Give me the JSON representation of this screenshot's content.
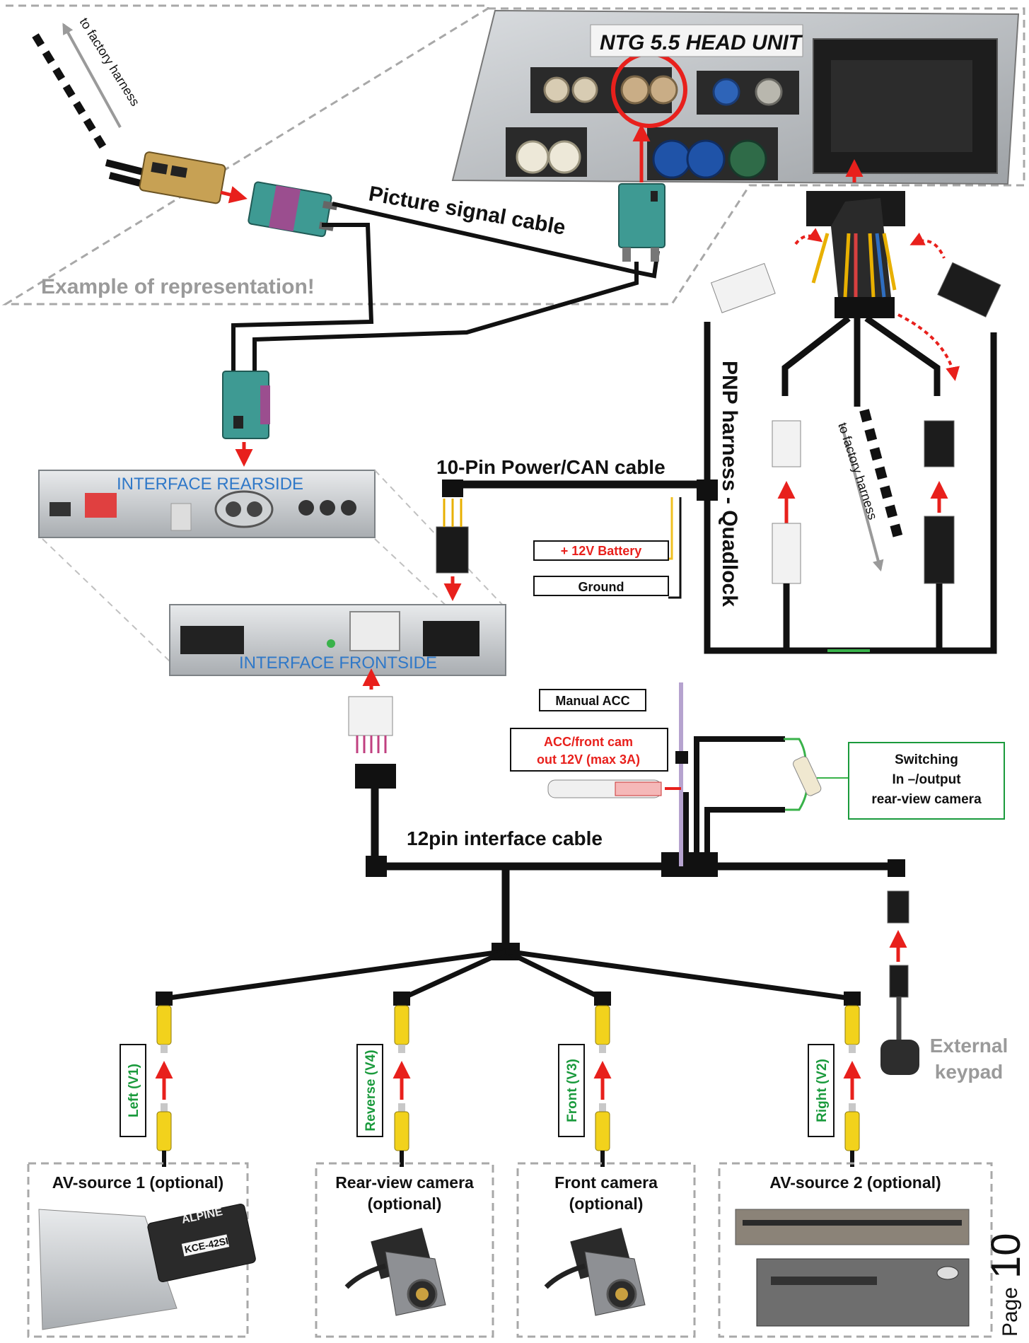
{
  "head_unit": {
    "title": "NTG 5.5 HEAD UNIT"
  },
  "labels": {
    "factory_harness_top": "to factory harness",
    "factory_harness_right": "to factory harness",
    "picture_signal_cable": "Picture signal cable",
    "example_note": "Example of representation!",
    "power_can_cable": "10-Pin Power/CAN cable",
    "battery": "+ 12V Battery",
    "ground": "Ground",
    "pnp_harness": "PNP harness - Quadlock",
    "interface_rear": "INTERFACE  REARSIDE",
    "interface_front": "INTERFACE  FRONTSIDE",
    "manual_acc": "Manual ACC",
    "acc_front_cam_1": "ACC/front cam",
    "acc_front_cam_2": "out  12V (max 3A)",
    "switching_1": "Switching",
    "switching_2": "In –/output",
    "switching_3": "rear-view camera",
    "interface_cable": "12pin interface cable",
    "external_keypad_1": "External",
    "external_keypad_2": "keypad",
    "page_word": "Page",
    "page_number": "10"
  },
  "video_inputs": [
    {
      "label": "Left (V1)"
    },
    {
      "label": "Reverse (V4)"
    },
    {
      "label": "Front  (V3)"
    },
    {
      "label": "Right  (V2)"
    }
  ],
  "sources": [
    {
      "title_1": "AV-source 1 (optional)",
      "title_2": "",
      "device_text_1": "ALPINE",
      "device_text_2": "KCE-42SI"
    },
    {
      "title_1": "Rear-view camera",
      "title_2": "(optional)"
    },
    {
      "title_1": "Front camera",
      "title_2": "(optional)"
    },
    {
      "title_1": "AV-source 2 (optional)",
      "title_2": ""
    }
  ],
  "colors": {
    "arrow_red": "#e8201c",
    "label_green": "#1a9a3c",
    "interface_blue": "#2f78c8",
    "note_gray": "#9a9a9a",
    "fakra_teal": "#3e9a93",
    "fakra_violet": "#9b4e8f"
  }
}
